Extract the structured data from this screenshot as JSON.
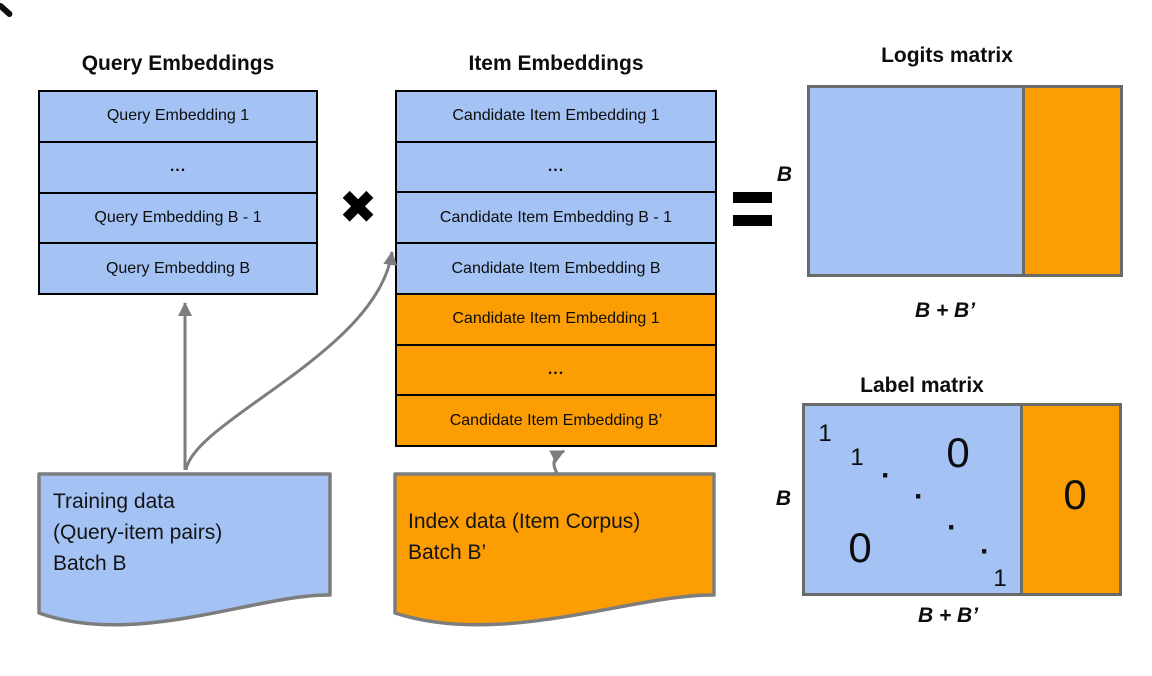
{
  "colors": {
    "blue": "#A4C2F4",
    "orange": "#FB9D03",
    "table_border": "#000000",
    "matrix_border": "#6A6A6A",
    "arrow_gray": "#7D7D7D"
  },
  "query_embeddings": {
    "title": "Query Embeddings",
    "rows": [
      {
        "label": "Query Embedding 1",
        "color": "blue"
      },
      {
        "label": "...",
        "color": "blue"
      },
      {
        "label": "Query Embedding B - 1",
        "color": "blue"
      },
      {
        "label": "Query Embedding B",
        "color": "blue"
      }
    ]
  },
  "item_embeddings": {
    "title": "Item Embeddings",
    "rows": [
      {
        "label": "Candidate Item Embedding 1",
        "color": "blue"
      },
      {
        "label": "...",
        "color": "blue"
      },
      {
        "label": "Candidate Item Embedding B - 1",
        "color": "blue"
      },
      {
        "label": "Candidate Item Embedding B",
        "color": "blue"
      },
      {
        "label": "Candidate Item Embedding 1",
        "color": "orange"
      },
      {
        "label": "...",
        "color": "orange"
      },
      {
        "label": "Candidate Item Embedding B’",
        "color": "orange"
      }
    ]
  },
  "operators": {
    "multiply": "✖",
    "equals": "="
  },
  "logits_matrix": {
    "title": "Logits matrix",
    "rows_label": "B",
    "cols_label": "B + B’"
  },
  "label_matrix": {
    "title": "Label matrix",
    "rows_label": "B",
    "cols_label": "B + B’",
    "cells": {
      "one_1": "1",
      "one_2": "1",
      "one_3": "1",
      "zero_top_right": "0",
      "zero_bottom_left": "0",
      "zero_negatives": "0",
      "dot_1": "·",
      "dot_2": "·",
      "dot_3": "·",
      "dot_4": "·"
    }
  },
  "training_data_doc": {
    "line1": "Training data",
    "line2": "(Query-item pairs)",
    "line3": "Batch B"
  },
  "index_data_doc": {
    "line1": "Index data (Item Corpus)",
    "line2": "Batch B’"
  }
}
